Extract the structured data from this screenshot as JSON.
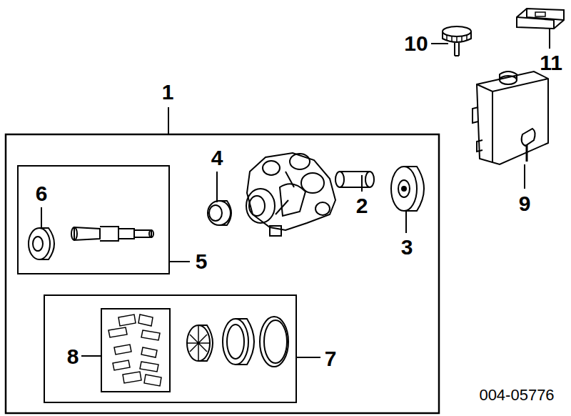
{
  "diagram": {
    "labels": [
      "10",
      "11",
      "1",
      "4",
      "6",
      "2",
      "5",
      "3",
      "9",
      "8",
      "7",
      "004-05776"
    ]
  }
}
